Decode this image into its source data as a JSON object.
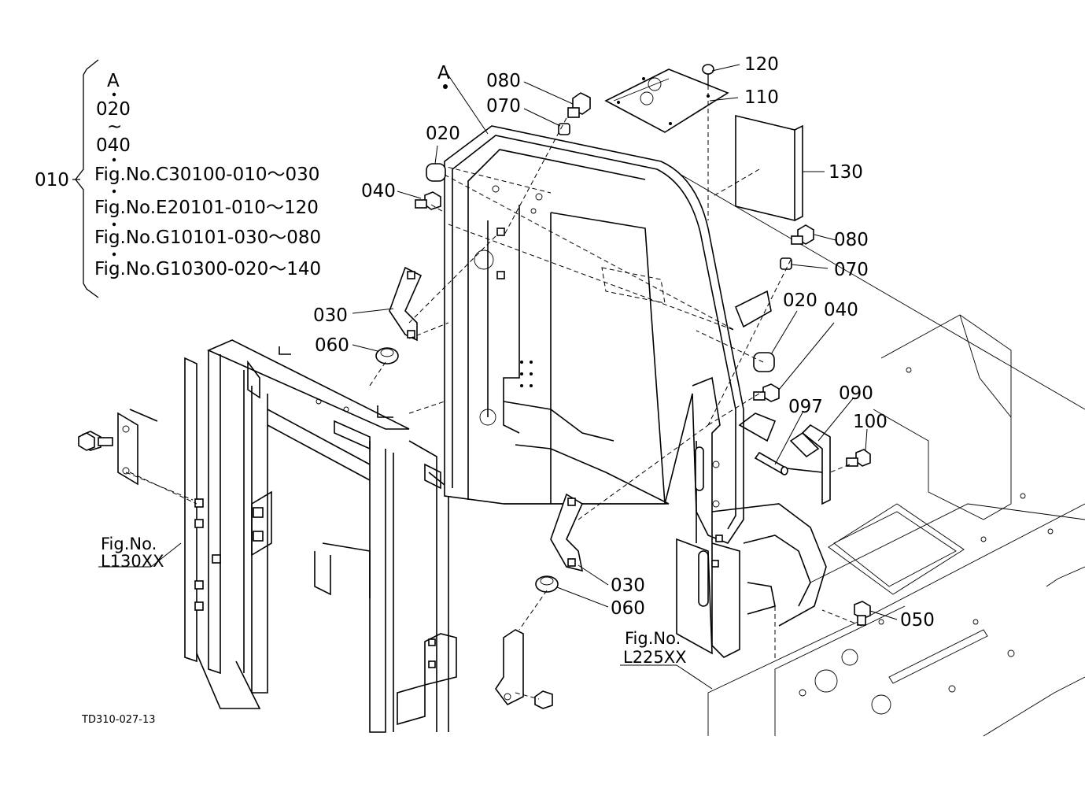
{
  "figure_code": "TD310-027-13",
  "view_marker": "A",
  "bracket_list": {
    "main_label": "010",
    "items": [
      "A",
      "020",
      "~",
      "040",
      "Fig.No.C30100-010～030",
      "Fig.No.E20101-010～120",
      "Fig.No.G10101-030～080",
      "Fig.No.G10300-020～140"
    ]
  },
  "callouts": {
    "c080a": "080",
    "c070a": "070",
    "c020a": "020",
    "c040a": "040",
    "c120": "120",
    "c110": "110",
    "c130": "130",
    "c080b": "080",
    "c070b": "070",
    "c020b": "020",
    "c040b": "040",
    "c030a": "030",
    "c060a": "060",
    "c097": "097",
    "c090": "090",
    "c100": "100",
    "c030b": "030",
    "c060b": "060",
    "c050": "050"
  },
  "fig_refs": {
    "left": {
      "line1": "Fig.No.",
      "line2": "L130XX"
    },
    "right": {
      "line1": "Fig.No.",
      "line2": "L225XX"
    }
  }
}
